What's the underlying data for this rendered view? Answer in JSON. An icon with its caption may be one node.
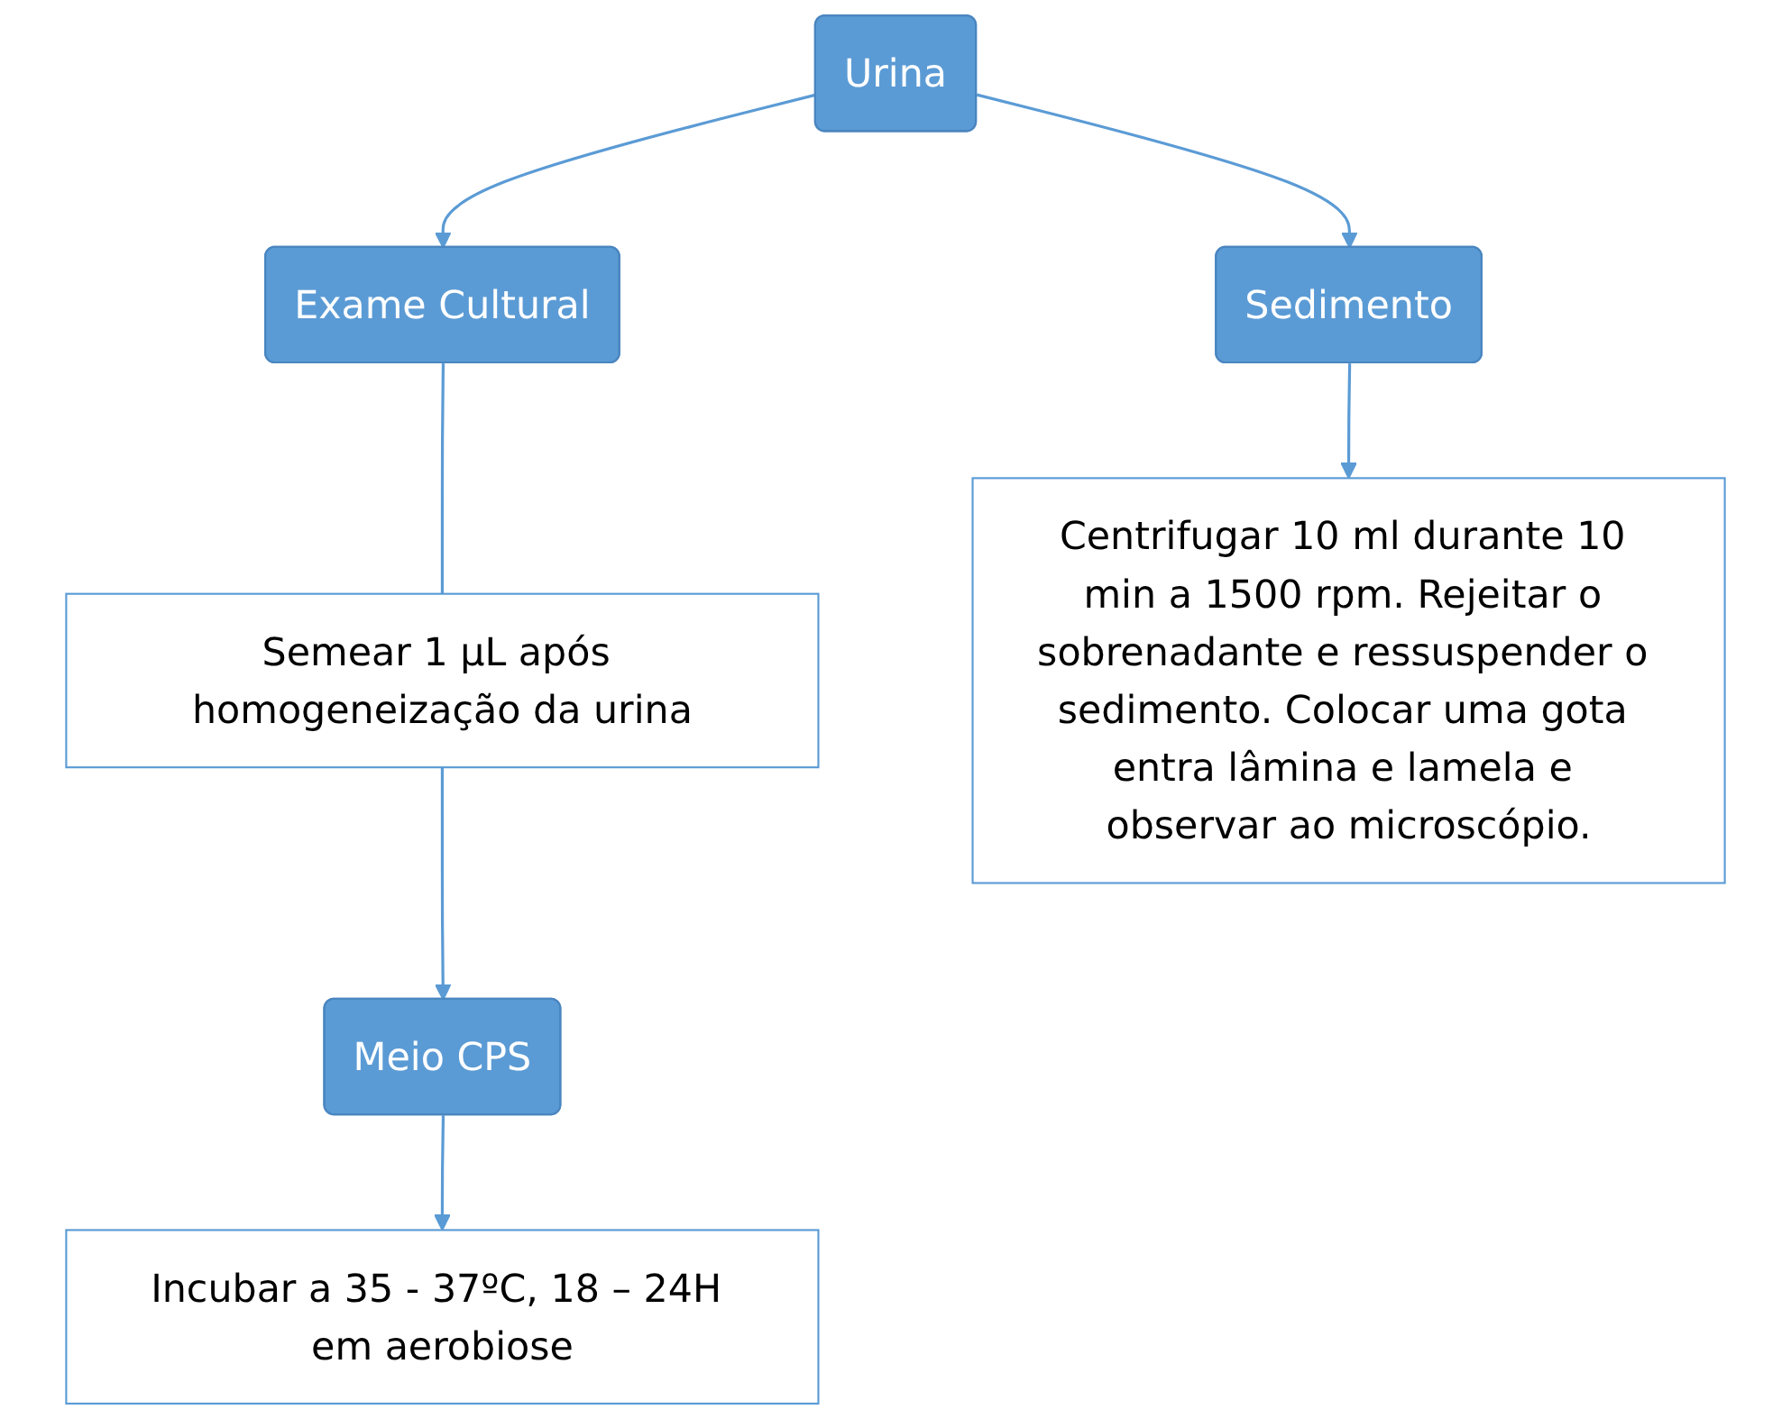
{
  "diagram": {
    "nodes": [
      {
        "text": [
          "Urina"
        ]
      },
      {
        "text": [
          "Exame Cultural"
        ]
      },
      {
        "text": [
          "Sedimento"
        ]
      },
      {
        "text": [
          "Semear 1 µL após homogeneização da urina"
        ]
      },
      {
        "text": [
          "Centrifugar 10 ml durante 10 min a 1500 rpm. Rejeitar o sobrenadante e ressuspender o sedimento. Colocar uma gota entra lâmina e lamela e observar ao microscópio."
        ]
      },
      {
        "text": [
          "Meio CPS"
        ]
      },
      {
        "text": [
          "Incubar a 35 - 37ºC, 18 – 24H em aerobiose"
        ]
      }
    ],
    "edges": [
      {
        "from": 0,
        "to": 1,
        "arrow": "to"
      },
      {
        "from": 0,
        "to": 2,
        "arrow": "to"
      },
      {
        "from": 1,
        "to": 3,
        "arrow": "none"
      },
      {
        "from": 2,
        "to": 4,
        "arrow": "to"
      },
      {
        "from": 3,
        "to": 5,
        "arrow": "to"
      },
      {
        "from": 5,
        "to": 6,
        "arrow": "to"
      }
    ]
  }
}
